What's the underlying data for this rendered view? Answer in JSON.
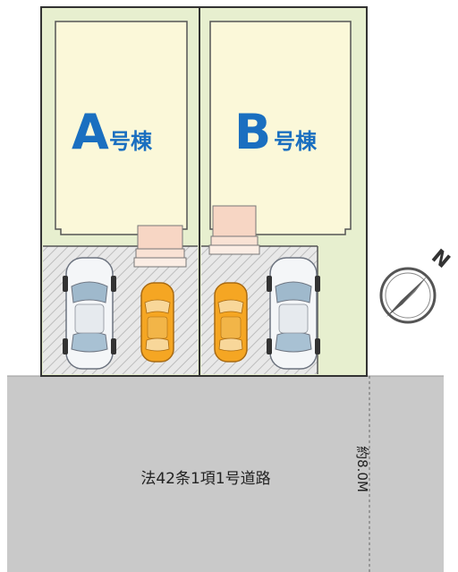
{
  "buildings": [
    {
      "letter": "A",
      "suffix": "号棟"
    },
    {
      "letter": "B",
      "suffix": "号棟"
    }
  ],
  "road": {
    "label": "法42条1項1号道路",
    "width": "約8.0M"
  },
  "north_marker": {
    "letter": "N"
  },
  "colors": {
    "site_fill": "#e7efcf",
    "building_fill": "#fbf8d9",
    "parking_fill": "#ececec",
    "road_fill": "#c9c9c9",
    "label": "#1a6fc0",
    "car_orange": "#f5a623",
    "car_white": "#f4f6f8",
    "entrance": "#f7d6c4"
  }
}
